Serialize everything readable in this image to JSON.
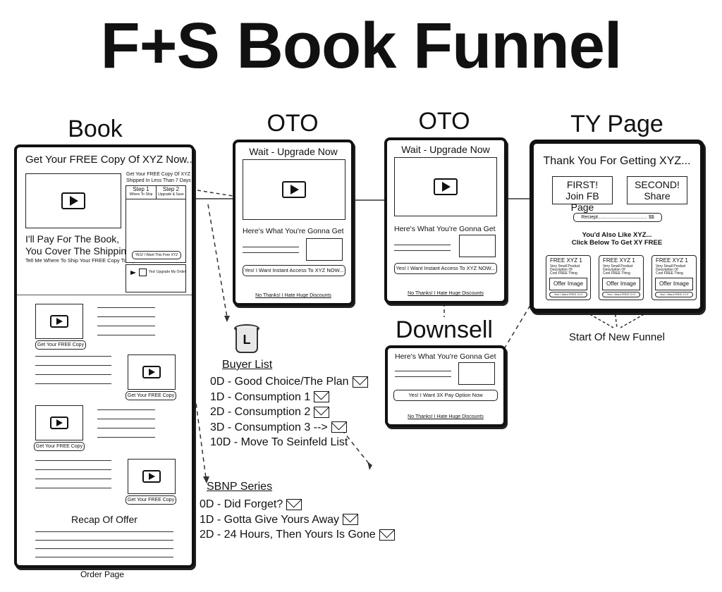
{
  "title": "F+S Book Funnel",
  "columns": {
    "book": "Book",
    "oto1": "OTO",
    "oto2": "OTO",
    "ty": "TY Page",
    "downsell": "Downsell"
  },
  "book_page": {
    "headline": "Get Your FREE Copy Of XYZ Now...",
    "pay_line1": "I'll Pay For The Book,",
    "pay_line2": "You Cover The Shipping",
    "pay_sub": "Tell Me Where To Ship Your FREE Copy Today",
    "form_title1": "Get Your FREE Copy Of XYZ",
    "form_title2": "Shipped In Less Than 7 Days",
    "step1": "Step 1",
    "step1_sub": "Where To Ship",
    "step2": "Step 2",
    "step2_sub": "Upgrade & Save",
    "form_button": "YES! I Want This Free XYZ",
    "upgrade_check": "Yes! Upgrade My Order",
    "cta_label": "Get Your FREE Copy",
    "recap": "Recap Of Offer",
    "footer": "Order Page"
  },
  "oto": {
    "headline": "Wait - Upgrade Now",
    "subhead": "Here's What You're Gonna Get",
    "cta": "Yes! I Want Instant Access To XYZ NOW...",
    "decline": "No Thanks! I Hate Huge Discounts"
  },
  "downsell": {
    "subhead": "Here's What You're Gonna Get",
    "cta": "Yes! I Want 3X Pay Option Now",
    "decline": "No Thanks! I Hate Huge Discounts"
  },
  "ty_page": {
    "headline": "Thank You For Getting XYZ...",
    "first_line1": "FIRST!",
    "first_line2": "Join FB Page",
    "second_line1": "SECOND!",
    "second_line2": "Share",
    "receipt": "Reciept.................................... $$",
    "also1": "You'd Also Like XYZ...",
    "also2": "Click Below To Get XY FREE",
    "offer_title": "FREE XYZ 1",
    "offer_desc1": "Very Small Product",
    "offer_desc2": "Description Of",
    "offer_desc3": "Cool FREE Thing",
    "offer_image": "Offer Image",
    "offer_btn": "Yes! I Want FREE XYZ",
    "next_funnel": "Start Of New Funnel"
  },
  "buyer_list": {
    "icon_letter": "L",
    "title": "Buyer List",
    "items": [
      "0D - Good Choice/The Plan",
      "1D - Consumption 1",
      "2D - Consumption 2",
      "3D - Consumption 3 -->",
      "10D - Move To Seinfeld List"
    ]
  },
  "sbnp": {
    "title": "SBNP Series",
    "items": [
      "0D - Did Forget?",
      "1D - Gotta Give Yours Away",
      "2D - 24 Hours, Then Yours Is Gone"
    ]
  }
}
